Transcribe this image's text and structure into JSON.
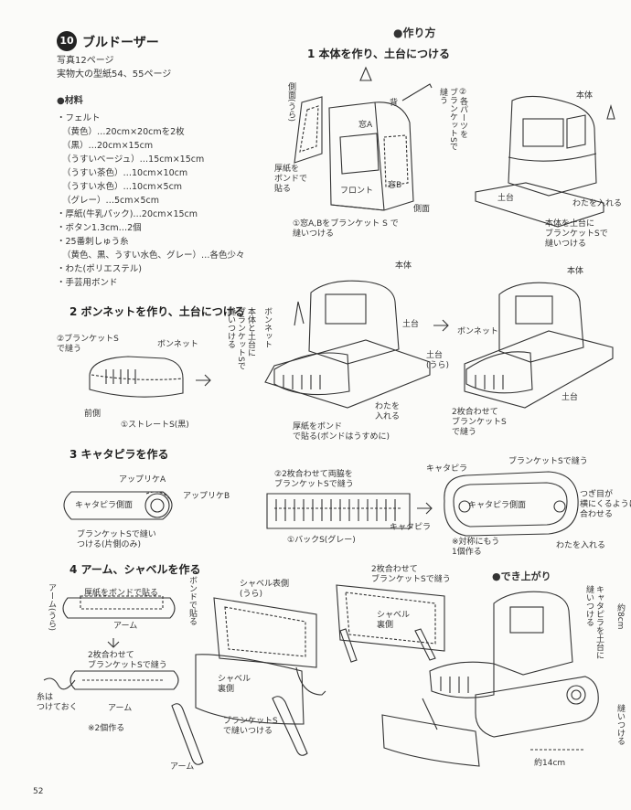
{
  "header": {
    "number": "10",
    "title": "ブルドーザー",
    "photo_ref": "写真12ページ",
    "pattern_ref": "実物大の型紙54、55ページ"
  },
  "materials": {
    "heading": "●材料",
    "items": [
      "・フェルト",
      "（黄色）…20cm×20cmを2枚",
      "（黒）…20cm×15cm",
      "（うすいベージュ）…15cm×15cm",
      "（うすい茶色）…10cm×10cm",
      "（うすい水色）…10cm×5cm",
      "（グレー）…5cm×5cm",
      "・厚紙(牛乳パック)…20cm×15cm",
      "・ボタン1.3cm…2個",
      "・25番刺しゅう糸",
      "（黄色、黒、うすい水色、グレー）…各色少々",
      "・わた(ポリエステル)",
      "・手芸用ボンド"
    ]
  },
  "how_to": {
    "heading": "●作り方",
    "step1": {
      "title": "1  本体を作り、土台につける",
      "labels": {
        "side_back": "側面(うら)",
        "back": "背",
        "window_a": "窓A",
        "window_b": "窓B",
        "front": "フロント",
        "side": "側面",
        "cardboard": "厚紙を\nボンドで\n貼る",
        "parts": "②各パーツを\nブランケットSで\n縫う",
        "window_note": "①窓A,Bをブランケット S で\n縫いつける",
        "body": "本体",
        "base": "土台",
        "stuffing": "わたを入れる",
        "body_to_base": "本体を土台に\nブランケットSで\n縫いつける"
      }
    },
    "step2": {
      "title": "2  ボンネットを作り、土台につける",
      "labels": {
        "blanket2": "②ブランケットS\nで縫う",
        "bonnet": "ボンネット",
        "front_side": "前側",
        "straight": "①ストレートS(黒)",
        "bonnet_v": "ボンネット",
        "body_base_v": "本体と土台に\nブランケットSで\n縫いつける",
        "body": "本体",
        "base": "土台",
        "base_back": "土台\n(うら)",
        "stuffing": "わたを\n入れる",
        "cardboard": "厚紙をボンド\nで貼る(ボンドはうすめに)",
        "body2": "本体",
        "bonnet2": "ボンネット",
        "base2": "土台",
        "two_sheets": "2枚合わせて\nブランケットS\nで縫う"
      }
    },
    "step3": {
      "title": "3  キャタピラを作る",
      "labels": {
        "applique_a": "アップリケA",
        "applique_b": "アップリケB",
        "side_face": "キャタピラ側面",
        "blanket_one": "ブランケットSで縫い\nつける(片側のみ)",
        "two_sheets": "②2枚合わせて両脇を\nブランケットSで縫う",
        "back_stitch": "①バックS(グレー)",
        "caterpillar": "キャタピラ",
        "caterpillar2": "キャタピラ",
        "blanket_sew": "ブランケットSで縫う",
        "side_face2": "キャタピラ側面",
        "seam_note": "つぎ目が\n横にくるように\n合わせる",
        "symmetric": "※対称にもう\n1個作る",
        "stuffing": "わたを入れる"
      }
    },
    "step4": {
      "title": "4  アーム、シャベルを作る",
      "labels": {
        "arm_back": "アーム(うら)",
        "cardboard": "厚紙をボンドで貼る",
        "arm": "アーム",
        "two_sheets": "2枚合わせて\nブランケットSで縫う",
        "thread": "糸は\nつけておく",
        "arm2": "アーム",
        "two_pieces": "※2個作る",
        "bond": "ボンドで貼る",
        "shovel_back": "シャベル表側\n(うら)",
        "shovel_inner": "シャベル\n裏側",
        "blanket_attach": "ブランケットS\nで縫いつける",
        "arm3": "アーム",
        "two_sheets2": "2枚合わせて\nブランケットSで縫う",
        "shovel_inner2": "シャベル\n裏側"
      }
    },
    "finished": {
      "heading": "●でき上がり",
      "cat_note": "キャタピラを土台に\n縫いつける",
      "size": "約14cm",
      "side_note": "縫いつける",
      "page_edge": "約8cm"
    }
  },
  "page_number": "52"
}
